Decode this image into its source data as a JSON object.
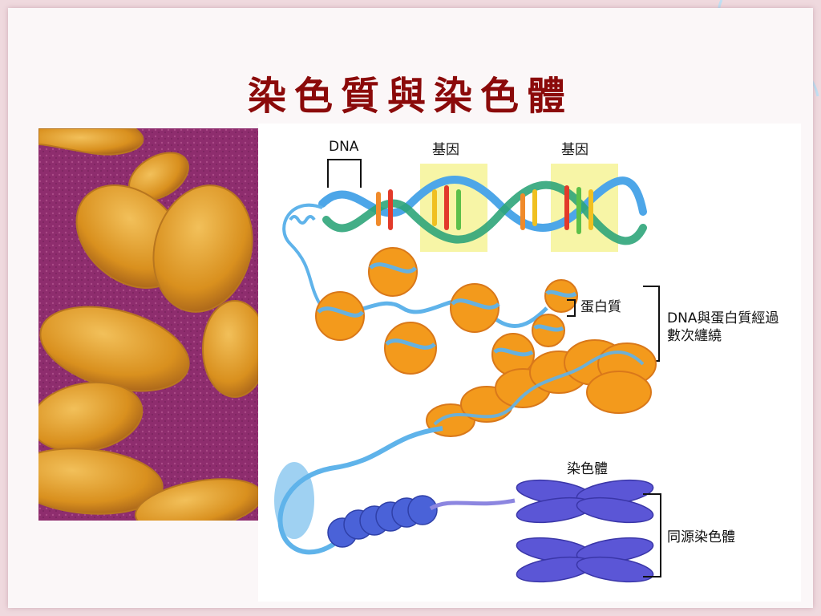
{
  "slide": {
    "title": "染色質與染色體",
    "colors": {
      "title": "#8b0a0a",
      "background": "#efd9de",
      "dna_blue": "#4da6e8",
      "histone_orange": "#f39a1c",
      "gene_highlight": "#f7f5a6",
      "chromosome_purple": "#5b56d6",
      "micro_background": "#8e2d6e",
      "micro_cells": "#d9901e"
    }
  },
  "diagram": {
    "labels": {
      "dna": "DNA",
      "gene_1": "基因",
      "gene_2": "基因",
      "protein": "蛋白質",
      "coiling": "DNA與蛋白質經過數次纏繞",
      "chromosome": "染色體",
      "homologous": "同源染色體"
    }
  }
}
